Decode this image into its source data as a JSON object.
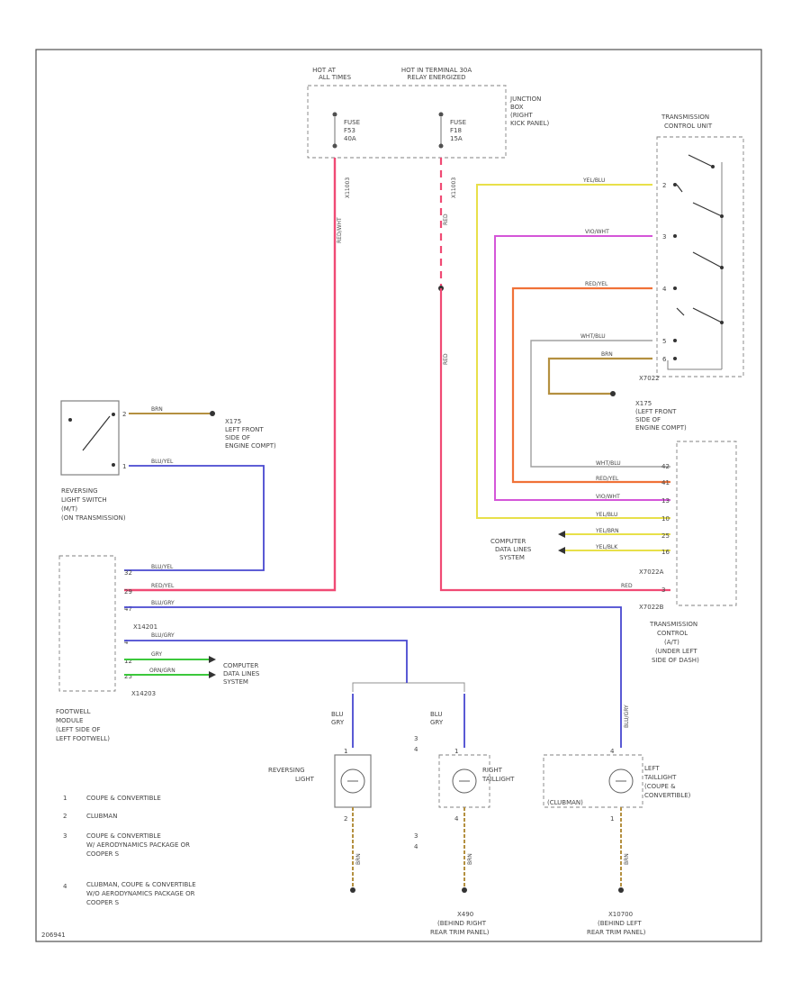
{
  "power": {
    "hot_at_all_times": [
      "HOT AT",
      "ALL TIMES"
    ],
    "hot_in_terminal": [
      "HOT IN TERMINAL 30A",
      "RELAY ENERGIZED"
    ],
    "fuse_a": [
      "FUSE",
      "F53",
      "40A"
    ],
    "fuse_b": [
      "FUSE",
      "F18",
      "15A"
    ],
    "junction_box": [
      "JUNCTION",
      "BOX",
      "(RIGHT",
      "KICK PANEL)"
    ],
    "conn_a": "X11003",
    "conn_b": "X11003"
  },
  "wire_labels": {
    "red_wht": "RED/WHT",
    "red": "RED",
    "yel_blu": "YEL/BLU",
    "vio_wht": "VIO/WHT",
    "red_yel": "RED/YEL",
    "wht_blu": "WHT/BLU",
    "brn_tcm": "BRN",
    "brn_sw": "BRN",
    "blu_yel": "BLU/YEL",
    "brn_bottom": "BRN"
  },
  "tcu_switch": {
    "title": [
      "TRANSMISSION",
      "CONTROL UNIT"
    ],
    "pins": [
      "2",
      "3",
      "4",
      "5",
      "6"
    ],
    "connector": "X7022"
  },
  "ground_x175": [
    "X175",
    "(LEFT FRONT",
    "SIDE OF",
    "ENGINE COMPT)"
  ],
  "reversing_switch": {
    "ground": [
      "X175",
      "LEFT FRONT",
      "SIDE OF",
      "ENGINE COMPT)"
    ],
    "pins": [
      "2",
      "1"
    ],
    "label": [
      "REVERSING",
      "LIGHT SWITCH",
      "(M/T)",
      "(ON TRANSMISSION)"
    ]
  },
  "transmission_control": {
    "rows": [
      {
        "wire": "WHT/BLU",
        "pin": "42"
      },
      {
        "wire": "RED/YEL",
        "pin": "41"
      },
      {
        "wire": "VIO/WHT",
        "pin": "13"
      },
      {
        "wire": "YEL/BLU",
        "pin": "10"
      },
      {
        "wire": "YEL/BRN",
        "pin": "25"
      },
      {
        "wire": "YEL/BLK",
        "pin": "16"
      }
    ],
    "computer_data_lines": [
      "COMPUTER",
      "DATA LINES",
      "SYSTEM"
    ],
    "conn_x7022a": "X7022A",
    "red_wire": "RED",
    "red_pin": "3",
    "conn_x7022b": "X7022B",
    "label": [
      "TRANSMISSION",
      "CONTROL",
      "(A/T)",
      "(UNDER LEFT",
      "SIDE OF DASH)"
    ]
  },
  "footwell": {
    "rows": [
      {
        "pin": "32",
        "wire": "BLU/YEL"
      },
      {
        "pin": "29",
        "wire": "RED/YEL"
      },
      {
        "pin": "47",
        "wire": "BLU/GRY"
      },
      {
        "pin": "4",
        "wire": "BLU/GRY"
      },
      {
        "pin": "12",
        "wire": "GRY"
      },
      {
        "pin": "25",
        "wire": "ORN/GRN"
      }
    ],
    "conn_x14201": "X14201",
    "conn_x14203": "X14203",
    "computer_data_lines": [
      "COMPUTER",
      "DATA LINES",
      "SYSTEM"
    ],
    "label": [
      "FOOTWELL",
      "MODULE",
      "(LEFT SIDE OF",
      "LEFT FOOTWELL)"
    ]
  },
  "lamps": {
    "reversing": {
      "wire": [
        "BLU",
        "GRY"
      ],
      "label": [
        "REVERSING",
        "LIGHT"
      ],
      "top_pin": "1",
      "bottom_pin": "2",
      "ground_wire": "BRN"
    },
    "right_taillight": {
      "wire": [
        "BLU",
        "GRY"
      ],
      "label": [
        "RIGHT",
        "TAILLIGHT"
      ],
      "top_pin": "1",
      "bottom_pin": "4",
      "side_top": [
        "3",
        "4"
      ],
      "side_bottom": [
        "3",
        "4"
      ],
      "ground_wire": "BRN"
    },
    "left_taillight": {
      "wire": "BLU/GRY",
      "label": [
        "LEFT",
        "TAILLIGHT",
        "(COUPE &",
        "CONVERTIBLE)"
      ],
      "inner": "(CLUBMAN)",
      "top_pin": "4",
      "bottom_pin": "1",
      "ground_wire": "BRN"
    }
  },
  "grounds_bottom": {
    "x490": [
      "X490",
      "(BEHIND RIGHT",
      "REAR TRIM PANEL)"
    ],
    "x10700": [
      "X10700",
      "(BEHIND LEFT",
      "REAR TRIM PANEL)"
    ]
  },
  "notes": [
    {
      "num": "1",
      "text": [
        "COUPE & CONVERTIBLE"
      ]
    },
    {
      "num": "2",
      "text": [
        "CLUBMAN"
      ]
    },
    {
      "num": "3",
      "text": [
        "COUPE & CONVERTIBLE",
        "W/ AERODYNAMICS PACKAGE OR",
        "COOPER S"
      ]
    },
    {
      "num": "4",
      "text": [
        "CLUBMAN, COUPE & CONVERTIBLE",
        "W/O AERODYNAMICS PACKAGE OR",
        "COOPER S"
      ]
    }
  ],
  "footer_id": "206941",
  "colors": {
    "red": "#f04a74",
    "yellow": "#e8e04a",
    "violet": "#d456d8",
    "orange": "#f07238",
    "blue": "#4848d0",
    "brown": "#b49040",
    "gray": "#909090",
    "green": "#3cc83c",
    "frame": "#505050"
  }
}
